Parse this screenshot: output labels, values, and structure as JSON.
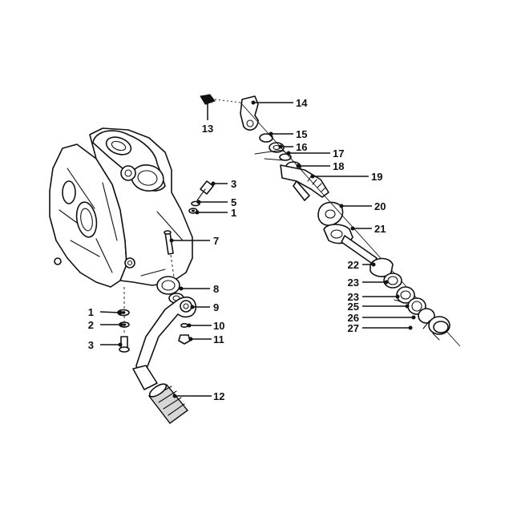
{
  "callouts": {
    "c1a": "1",
    "c1b": "1",
    "c2": "2",
    "c3a": "3",
    "c3b": "3",
    "c5": "5",
    "c7": "7",
    "c8": "8",
    "c9": "9",
    "c10": "10",
    "c11": "11",
    "c12": "12",
    "c13": "13",
    "c14": "14",
    "c15": "15",
    "c16": "16",
    "c17": "17",
    "c18": "18",
    "c19": "19",
    "c20": "20",
    "c21": "21",
    "c22": "22",
    "c23a": "23",
    "c23b": "23",
    "c25": "25",
    "c26": "26",
    "c27": "27"
  }
}
